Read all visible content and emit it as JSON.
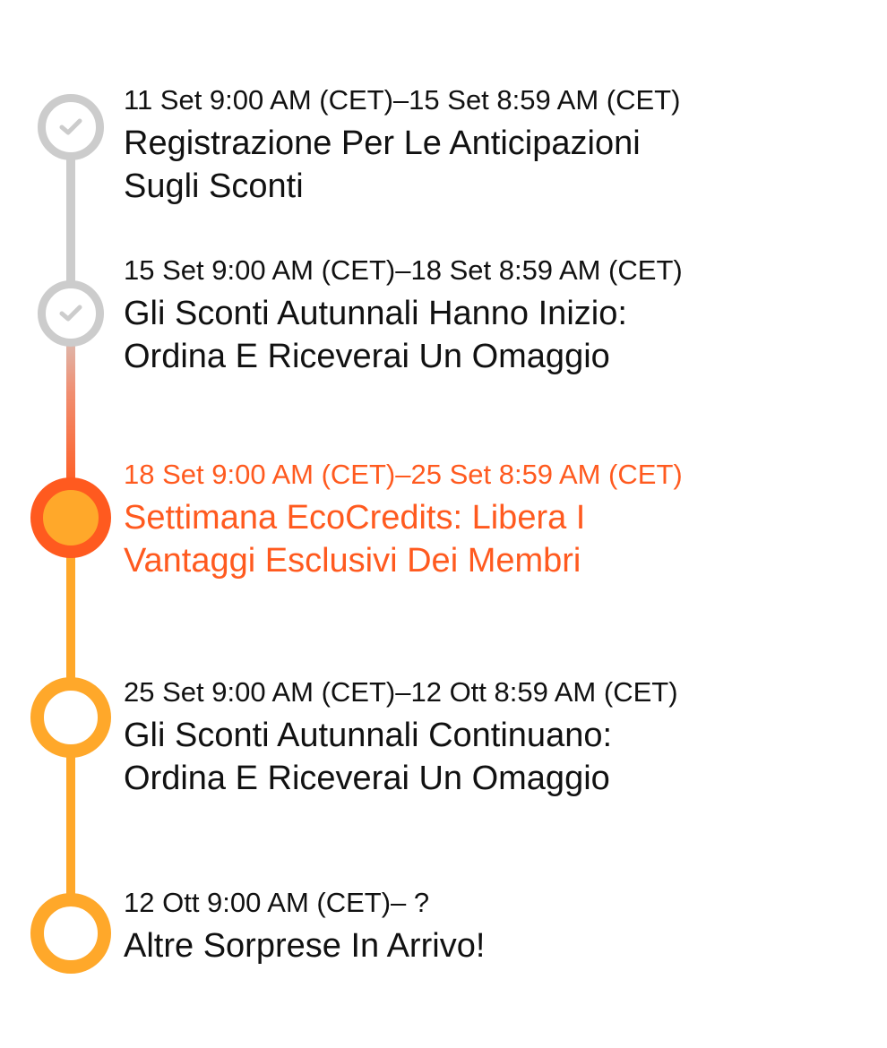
{
  "colors": {
    "done": "#cccccc",
    "current_ring": "#ff5a1f",
    "current_fill": "#ffa82a",
    "upcoming": "#ffa82a",
    "text": "#111111",
    "current_text": "#ff5a1f"
  },
  "timeline": [
    {
      "status": "completed",
      "icon": "check-icon",
      "date": "11 Set 9:00 AM (CET)–15 Set 8:59 AM (CET)",
      "title": "Registrazione Per Le Anticipazioni\nSugli Sconti"
    },
    {
      "status": "completed",
      "icon": "check-icon",
      "date": "15 Set 9:00 AM (CET)–18 Set 8:59 AM (CET)",
      "title": "Gli Sconti Autunnali Hanno Inizio:\nOrdina E Riceverai Un Omaggio"
    },
    {
      "status": "current",
      "date": "18 Set 9:00 AM (CET)–25 Set 8:59 AM (CET)",
      "title": "Settimana EcoCredits: Libera I\nVantaggi Esclusivi Dei Membri"
    },
    {
      "status": "upcoming",
      "date": "25 Set 9:00 AM (CET)–12 Ott 8:59 AM (CET)",
      "title": "Gli Sconti Autunnali Continuano:\nOrdina E Riceverai Un Omaggio"
    },
    {
      "status": "upcoming",
      "date": "12 Ott 9:00 AM (CET)– ?",
      "title": "Altre Sorprese In Arrivo!"
    }
  ]
}
